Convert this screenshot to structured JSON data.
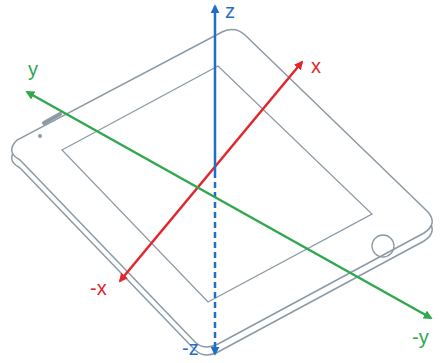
{
  "diagram": {
    "labels": [
      "z",
      "x",
      "y",
      "-x",
      "-y",
      "-z"
    ]
  }
}
